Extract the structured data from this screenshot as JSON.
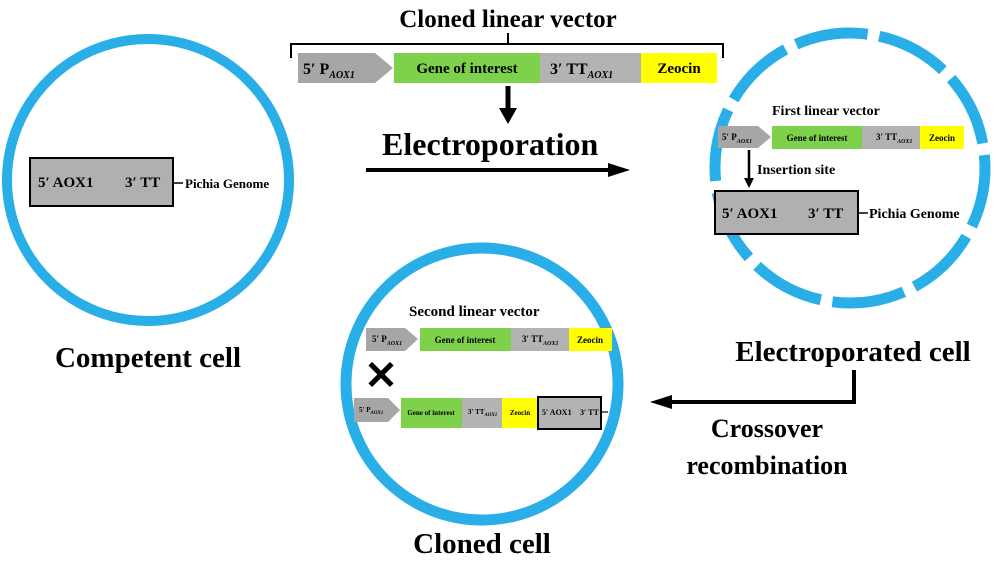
{
  "colors": {
    "cell_ring": "#29aee8",
    "promoter_gray": "#a6a6a6",
    "gene_green": "#7dd14b",
    "terminator_gray": "#b3b3b3",
    "zeocin_yellow": "#ffff00",
    "genome_box": "#b0b0b0",
    "arrow": "#000000"
  },
  "top": {
    "title": "Cloned linear vector",
    "promoter": "5′ P",
    "promoter_sub": "AOX1",
    "gene": "Gene of interest",
    "terminator": "3′ TT",
    "terminator_sub": "AOX1",
    "marker": "Zeocin"
  },
  "electroporation": "Electroporation",
  "competent": {
    "genome_left": "5′ AOX1",
    "genome_right": "3′ TT",
    "genome_label": "Pichia Genome",
    "caption": "Competent cell"
  },
  "electroporated": {
    "vector_title": "First linear vector",
    "promoter": "5′ P",
    "promoter_sub": "AOX1",
    "gene": "Gene of interest",
    "terminator": "3′ TT",
    "terminator_sub": "AOX1",
    "marker": "Zeocin",
    "insertion": "Insertion site",
    "genome_left": "5′ AOX1",
    "genome_right": "3′ TT",
    "genome_label": "Pichia Genome",
    "caption": "Electroporated cell"
  },
  "crossover": {
    "line1": "Crossover",
    "line2": "recombination"
  },
  "cloned": {
    "vector_title": "Second linear vector",
    "promoter": "5′ P",
    "promoter_sub": "AOX1",
    "gene": "Gene of interest",
    "terminator": "3′ TT",
    "terminator_sub": "AOX1",
    "marker": "Zeocin",
    "cross_mark": "✕",
    "int_promoter": "5′ P",
    "int_promoter_sub": "AOX1",
    "int_gene": "Gene of interest",
    "int_terminator": "3′ TT",
    "int_terminator_sub": "AOX1",
    "int_marker": "Zeocin",
    "int_genome_left": "5′ AOX1",
    "int_genome_right": "3′ TT",
    "caption": "Cloned cell"
  }
}
